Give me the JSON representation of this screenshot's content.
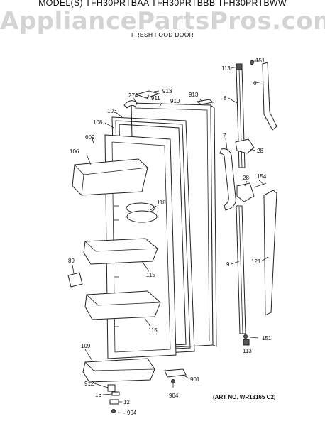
{
  "header": {
    "model_line": "MODEL(S) TFH30PRTBAA  TFH30PRTBBB  TFH30PRTBWW",
    "watermark": "AppliancePartsPros.com",
    "section": "FRESH FOOD DOOR"
  },
  "art_number": "(ART NO. WR18165 C2)",
  "labels": {
    "p113_top": "113",
    "p151_top": "151",
    "p913_a": "913",
    "p274": "274",
    "p911": "911",
    "p910": "910",
    "p913_b": "913",
    "p8": "8",
    "p6": "6",
    "p103": "103",
    "p108": "108",
    "p609": "609",
    "p7": "7",
    "p28_a": "28",
    "p106": "106",
    "p28_b": "28",
    "p154": "154",
    "p118": "118",
    "p9": "9",
    "p121": "121",
    "p89": "89",
    "p115_a": "115",
    "p115_b": "115",
    "p151_bot": "151",
    "p113_bot": "113",
    "p109": "109",
    "p901": "901",
    "p912": "912",
    "p16": "16",
    "p12": "12",
    "p904_a": "904",
    "p904_b": "904"
  }
}
